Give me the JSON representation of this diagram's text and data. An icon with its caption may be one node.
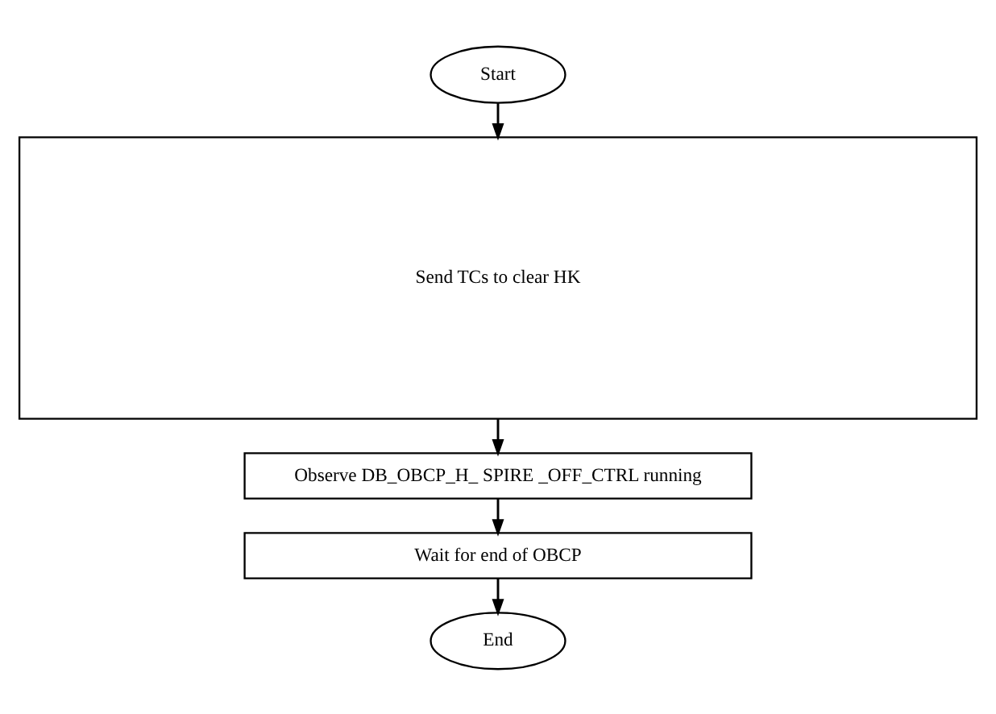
{
  "diagram": {
    "nodes": [
      {
        "text": [
          "Start"
        ]
      },
      {
        "text": [
          "Send TCs to clear HK"
        ]
      },
      {
        "text": [
          "Observe DB_OBCP_H_ SPIRE _OFF_CTRL running"
        ]
      },
      {
        "text": [
          "Wait for end of OBCP"
        ]
      },
      {
        "text": [
          "End"
        ]
      }
    ],
    "edges": [
      {
        "from": 0,
        "to": 1,
        "arrow": "to"
      },
      {
        "from": 1,
        "to": 2,
        "arrow": "to"
      },
      {
        "from": 2,
        "to": 3,
        "arrow": "to"
      },
      {
        "from": 3,
        "to": 4,
        "arrow": "to"
      }
    ]
  }
}
